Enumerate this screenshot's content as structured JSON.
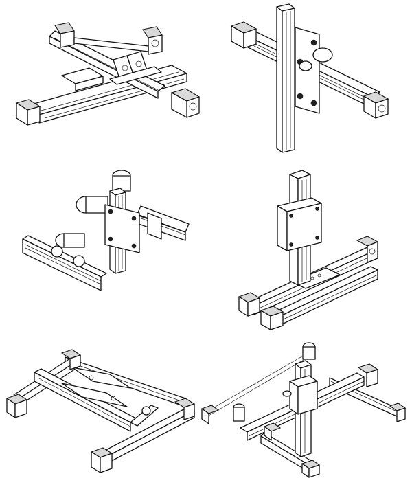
{
  "figure": {
    "panel_count": 6,
    "panels": [
      {
        "id": "a",
        "icon": "cross-table-gantry-icon"
      },
      {
        "id": "b",
        "icon": "vertical-axis-on-horizontal-rail-icon"
      },
      {
        "id": "c",
        "icon": "three-axis-cantilever-icon"
      },
      {
        "id": "d",
        "icon": "vertical-carriage-on-twin-rails-icon"
      },
      {
        "id": "e",
        "icon": "flat-gantry-frame-icon"
      },
      {
        "id": "f",
        "icon": "overhead-gantry-frame-icon"
      }
    ],
    "line_color": "#111111",
    "background_color": "#ffffff"
  }
}
